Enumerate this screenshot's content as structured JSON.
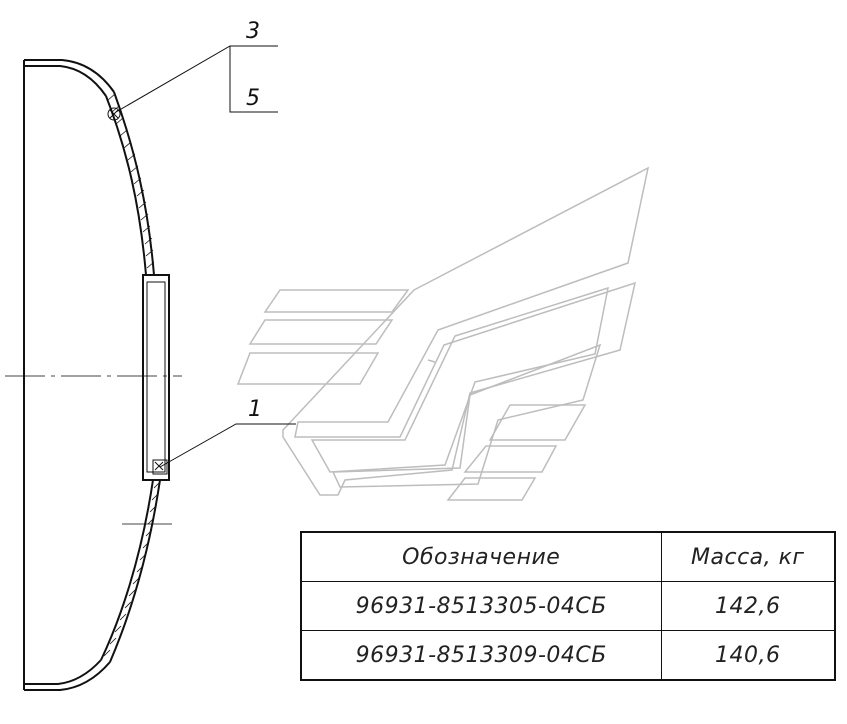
{
  "callouts": {
    "item_3": "3",
    "item_5": "5",
    "item_1": "1"
  },
  "table": {
    "headers": [
      "Обозначение",
      "Масса, кг"
    ],
    "rows": [
      [
        "96931-8513305-04СБ",
        "142,6"
      ],
      [
        "96931-8513309-04СБ",
        "140,6"
      ]
    ]
  },
  "colors": {
    "line": "#111111",
    "watermark": "#bdbdbd"
  }
}
